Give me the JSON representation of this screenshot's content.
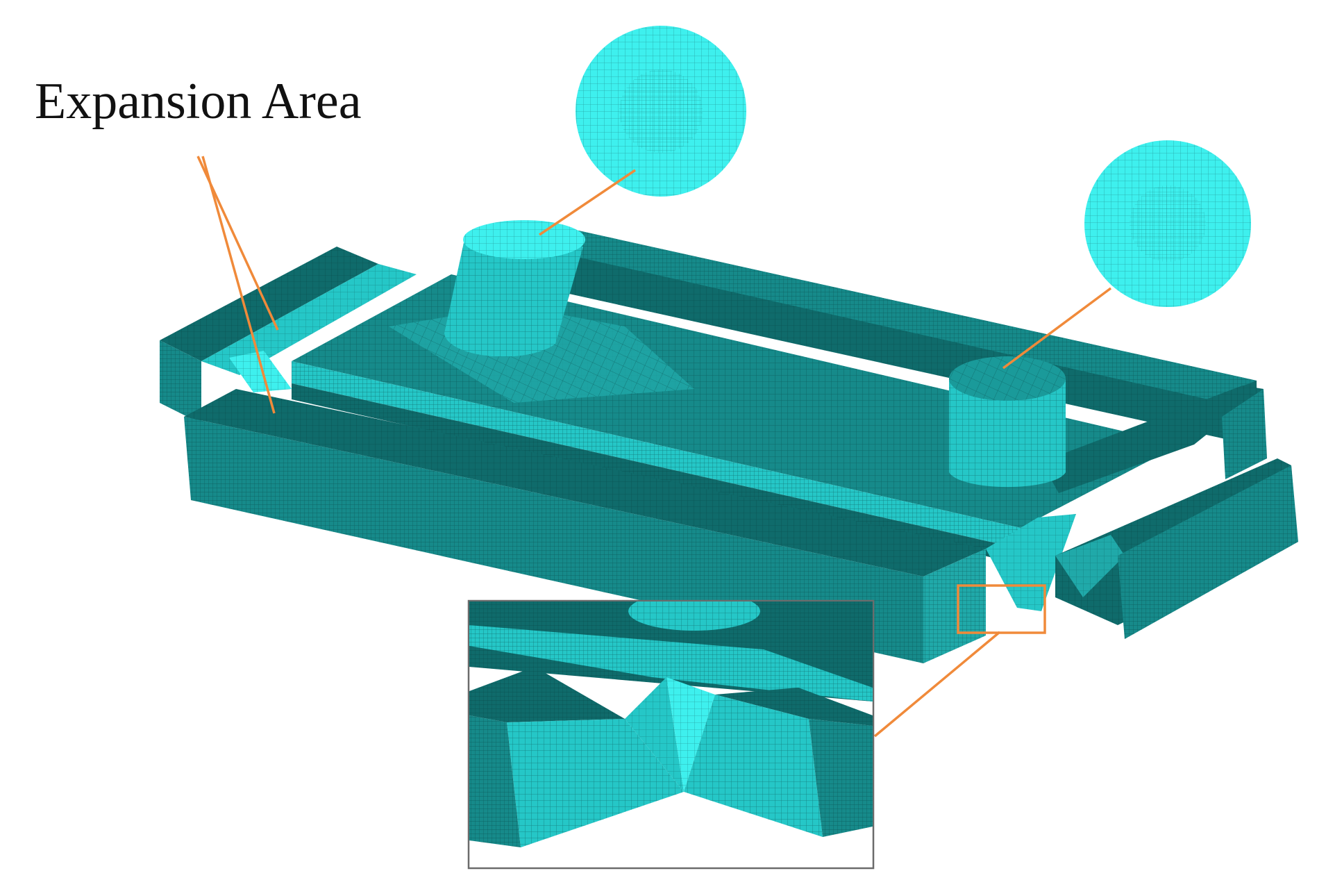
{
  "annotation": {
    "label": "Expansion Area"
  },
  "colors": {
    "mesh_face_dark": "#0f6b6b",
    "mesh_face_mid": "#168a8a",
    "mesh_face_light": "#25c7c7",
    "mesh_face_bright": "#3ef0ee",
    "mesh_line": "#053b3b",
    "leader_line": "#f08a3a",
    "inset_frame": "#6b6b6b",
    "background": "#ffffff"
  },
  "components": [
    {
      "name": "left-pad",
      "shape": "block"
    },
    {
      "name": "front-rail",
      "shape": "block"
    },
    {
      "name": "back-rail",
      "shape": "block"
    },
    {
      "name": "central-plate",
      "shape": "plate"
    },
    {
      "name": "left-cylinder",
      "shape": "cylinder"
    },
    {
      "name": "right-cylinder",
      "shape": "cylinder"
    },
    {
      "name": "right-pad",
      "shape": "block"
    },
    {
      "name": "front-right-pad",
      "shape": "block"
    },
    {
      "name": "left-cylinder-top-view",
      "shape": "disc"
    },
    {
      "name": "right-cylinder-top-view",
      "shape": "disc"
    },
    {
      "name": "detail-inset",
      "shape": "zoom"
    }
  ]
}
